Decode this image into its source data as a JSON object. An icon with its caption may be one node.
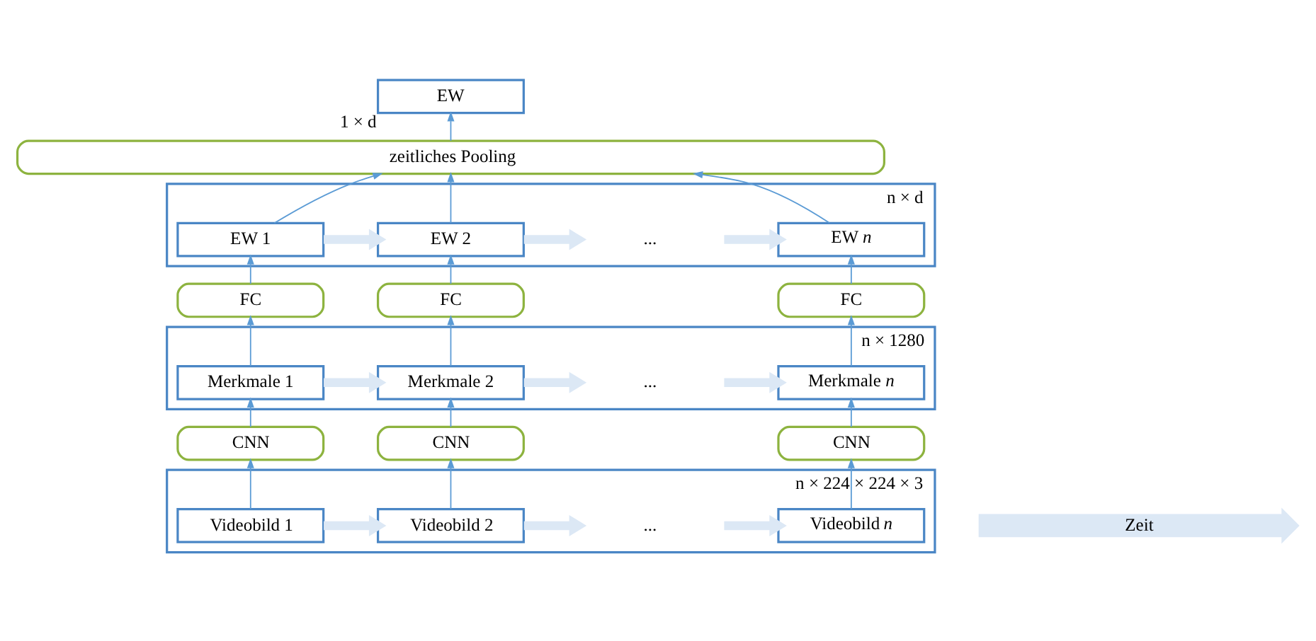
{
  "diagram": {
    "nodes": [
      {
        "text": [
          "EW"
        ],
        "beside": [
          "1 × d"
        ]
      },
      {
        "text": [
          "zeitliches Pooling"
        ]
      },
      {
        "text": [],
        "shape": "box",
        "beside": [
          "n × d"
        ]
      },
      {
        "text": [
          "EW 1"
        ],
        "in": 2
      },
      {
        "text": [
          "EW 2"
        ],
        "in": 2
      },
      {
        "text": [
          "..."
        ],
        "in": 2
      },
      {
        "text": [
          "EW *n*"
        ],
        "in": 2
      },
      {
        "text": [
          "FC"
        ]
      },
      {
        "text": [
          "FC"
        ]
      },
      {
        "text": [
          "FC"
        ]
      },
      {
        "text": [],
        "shape": "box",
        "beside": [
          "n × 1280"
        ]
      },
      {
        "text": [
          "Merkmale 1"
        ],
        "in": 10
      },
      {
        "text": [
          "Merkmale 2"
        ],
        "in": 10
      },
      {
        "text": [
          "..."
        ],
        "in": 10
      },
      {
        "text": [
          "Merkmale *n*"
        ],
        "in": 10
      },
      {
        "text": [
          "CNN"
        ]
      },
      {
        "text": [
          "CNN"
        ]
      },
      {
        "text": [
          "CNN"
        ]
      },
      {
        "text": [],
        "shape": "box",
        "beside": [
          "n × 224 × 224 × 3"
        ]
      },
      {
        "text": [
          "Videobild 1"
        ],
        "in": 18
      },
      {
        "text": [
          "Videobild 2"
        ],
        "in": 18
      },
      {
        "text": [
          "..."
        ],
        "in": 18
      },
      {
        "text": [
          "Videobild *n*"
        ],
        "in": 18
      }
    ],
    "edges": [
      {
        "from": 19,
        "to": 15,
        "arrow": "to"
      },
      {
        "from": 20,
        "to": 16,
        "arrow": "to"
      },
      {
        "from": 22,
        "to": 17,
        "arrow": "to"
      },
      {
        "from": 15,
        "to": 11,
        "arrow": "to"
      },
      {
        "from": 16,
        "to": 12,
        "arrow": "to"
      },
      {
        "from": 17,
        "to": 14,
        "arrow": "to"
      },
      {
        "from": 11,
        "to": 7,
        "arrow": "to"
      },
      {
        "from": 12,
        "to": 8,
        "arrow": "to"
      },
      {
        "from": 14,
        "to": 9,
        "arrow": "to"
      },
      {
        "from": 7,
        "to": 3,
        "arrow": "to"
      },
      {
        "from": 8,
        "to": 4,
        "arrow": "to"
      },
      {
        "from": 9,
        "to": 6,
        "arrow": "to"
      },
      {
        "from": 3,
        "to": 1,
        "arrow": "to"
      },
      {
        "from": 4,
        "to": 1,
        "arrow": "to"
      },
      {
        "from": 6,
        "to": 1,
        "arrow": "to"
      },
      {
        "from": 1,
        "to": 0,
        "arrow": "to"
      },
      {
        "from": 3,
        "to": 4,
        "arrow": "to",
        "style": "thick",
        "color": "#dce8f5"
      },
      {
        "from": 4,
        "to": 5,
        "arrow": "to",
        "style": "thick",
        "color": "#dce8f5"
      },
      {
        "from": 5,
        "to": 6,
        "arrow": "to",
        "style": "thick",
        "color": "#dce8f5"
      },
      {
        "from": 11,
        "to": 12,
        "arrow": "to",
        "style": "thick",
        "color": "#dce8f5"
      },
      {
        "from": 12,
        "to": 13,
        "arrow": "to",
        "style": "thick",
        "color": "#dce8f5"
      },
      {
        "from": 13,
        "to": 14,
        "arrow": "to",
        "style": "thick",
        "color": "#dce8f5"
      },
      {
        "from": 19,
        "to": 20,
        "arrow": "to",
        "style": "thick",
        "color": "#dce8f5"
      },
      {
        "from": 20,
        "to": 21,
        "arrow": "to",
        "style": "thick",
        "color": "#dce8f5"
      },
      {
        "from": 21,
        "to": 22,
        "arrow": "to",
        "style": "thick",
        "color": "#dce8f5"
      }
    ],
    "labels": [
      "Zeit"
    ]
  }
}
